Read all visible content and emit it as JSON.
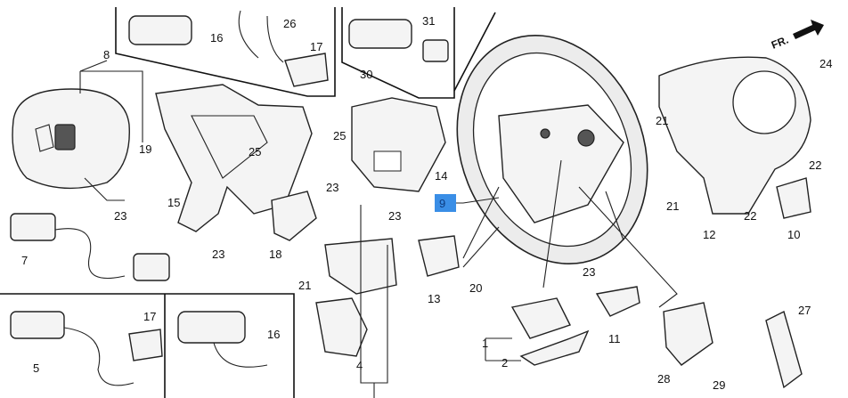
{
  "direction_label": "FR.",
  "highlighted_label": "9",
  "callouts": {
    "c1": "1",
    "c2": "2",
    "c4": "4",
    "c5": "5",
    "c7": "7",
    "c8": "8",
    "c9": "9",
    "c10": "10",
    "c11": "11",
    "c12": "12",
    "c13": "13",
    "c14": "14",
    "c15": "15",
    "c16a": "16",
    "c16b": "16",
    "c17a": "17",
    "c17b": "17",
    "c18": "18",
    "c19": "19",
    "c20": "20",
    "c21a": "21",
    "c21b": "21",
    "c21c": "21",
    "c22a": "22",
    "c22b": "22",
    "c23a": "23",
    "c23b": "23",
    "c23c": "23",
    "c23d": "23",
    "c23e": "23",
    "c24": "24",
    "c25a": "25",
    "c25b": "25",
    "c26": "26",
    "c27": "27",
    "c28": "28",
    "c29": "29",
    "c30": "30",
    "c31": "31"
  }
}
